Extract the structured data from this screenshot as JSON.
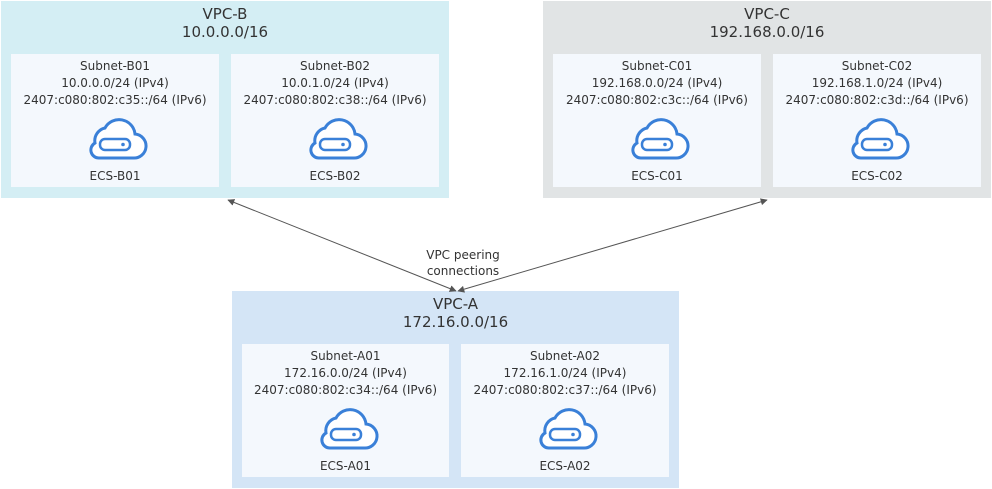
{
  "vpcs": {
    "b": {
      "name": "VPC-B",
      "cidr": "10.0.0.0/16",
      "subnets": [
        {
          "name": "Subnet-B01",
          "ipv4": "10.0.0.0/24 (IPv4)",
          "ipv6": "2407:c080:802:c35::/64 (IPv6)",
          "ecs": "ECS-B01"
        },
        {
          "name": "Subnet-B02",
          "ipv4": "10.0.1.0/24 (IPv4)",
          "ipv6": "2407:c080:802:c38::/64 (IPv6)",
          "ecs": "ECS-B02"
        }
      ]
    },
    "c": {
      "name": "VPC-C",
      "cidr": "192.168.0.0/16",
      "subnets": [
        {
          "name": "Subnet-C01",
          "ipv4": "192.168.0.0/24 (IPv4)",
          "ipv6": "2407:c080:802:c3c::/64 (IPv6)",
          "ecs": "ECS-C01"
        },
        {
          "name": "Subnet-C02",
          "ipv4": "192.168.1.0/24 (IPv4)",
          "ipv6": "2407:c080:802:c3d::/64 (IPv6)",
          "ecs": "ECS-C02"
        }
      ]
    },
    "a": {
      "name": "VPC-A",
      "cidr": "172.16.0.0/16",
      "subnets": [
        {
          "name": "Subnet-A01",
          "ipv4": "172.16.0.0/24 (IPv4)",
          "ipv6": "2407:c080:802:c34::/64 (IPv6)",
          "ecs": "ECS-A01"
        },
        {
          "name": "Subnet-A02",
          "ipv4": "172.16.1.0/24 (IPv4)",
          "ipv6": "2407:c080:802:c37::/64 (IPv6)",
          "ecs": "ECS-A02"
        }
      ]
    }
  },
  "peering_label_line1": "VPC peering",
  "peering_label_line2": "connections",
  "colors": {
    "vpc_b_bg": "#d4eef4",
    "vpc_c_bg": "#e1e4e5",
    "vpc_a_bg": "#d4e5f6",
    "subnet_bg": "#f4f8fd",
    "icon_blue": "#3a80d8",
    "arrow": "#555555"
  },
  "icons": {
    "ecs": "cloud-server-icon"
  }
}
